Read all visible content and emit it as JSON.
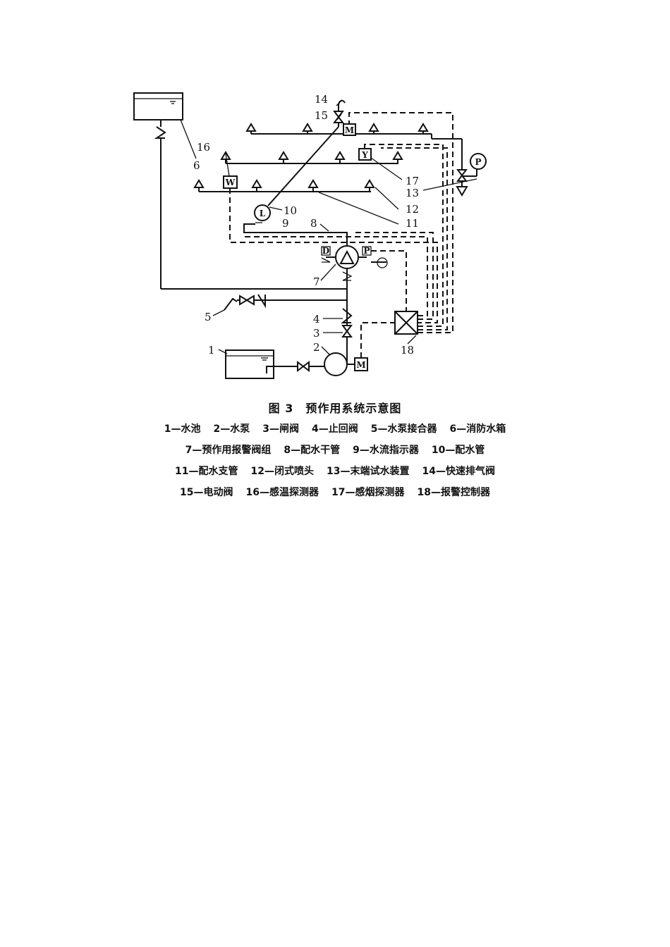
{
  "figure": {
    "title": "图 3　预作用系统示意图"
  },
  "labels": {
    "n1": "1",
    "n2": "2",
    "n3": "3",
    "n4": "4",
    "n5": "5",
    "n6": "6",
    "n7": "7",
    "n8": "8",
    "n9": "9",
    "n10": "10",
    "n11": "11",
    "n12": "12",
    "n13": "13",
    "n14": "14",
    "n15": "15",
    "n16": "16",
    "n17": "17",
    "n18": "18"
  },
  "device_marks": {
    "motor_valve": "M",
    "motor_pump": "M",
    "heat_detector": "W",
    "smoke_detector": "Y",
    "flow_indicator": "L",
    "pressure_gauge": "P",
    "gauge_left": "D",
    "gauge_right": "P"
  },
  "legend": [
    [
      "1—水池",
      "2—水泵",
      "3—闸阀",
      "4—止回阀",
      "5—水泵接合器",
      "6—消防水箱"
    ],
    [
      "7—预作用报警阀组",
      "8—配水干管",
      "9—水流指示器",
      "10—配水管"
    ],
    [
      "11—配水支管",
      "12—闭式喷头",
      "13—末端试水装置",
      "14—快速排气阀"
    ],
    [
      "15—电动阀",
      "16—感温探测器",
      "17—感烟探测器",
      "18—报警控制器"
    ]
  ]
}
